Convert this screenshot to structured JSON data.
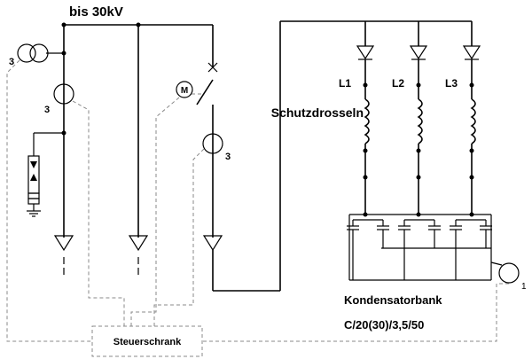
{
  "labels": {
    "voltage": "bis 30kV",
    "reactors": "Schutzdrosseln",
    "phase_1": "L1",
    "phase_2": "L2",
    "phase_3": "L3",
    "capacitor_bank": "Kondensatorbank",
    "capacitor_spec": "C/20(30)/3,5/50",
    "control_cabinet": "Steuerschrank",
    "motor": "M",
    "transformer_count": "3",
    "ct_feeder_count": "3",
    "ct_breaker_count": "3",
    "ct_bank_count": "1"
  }
}
